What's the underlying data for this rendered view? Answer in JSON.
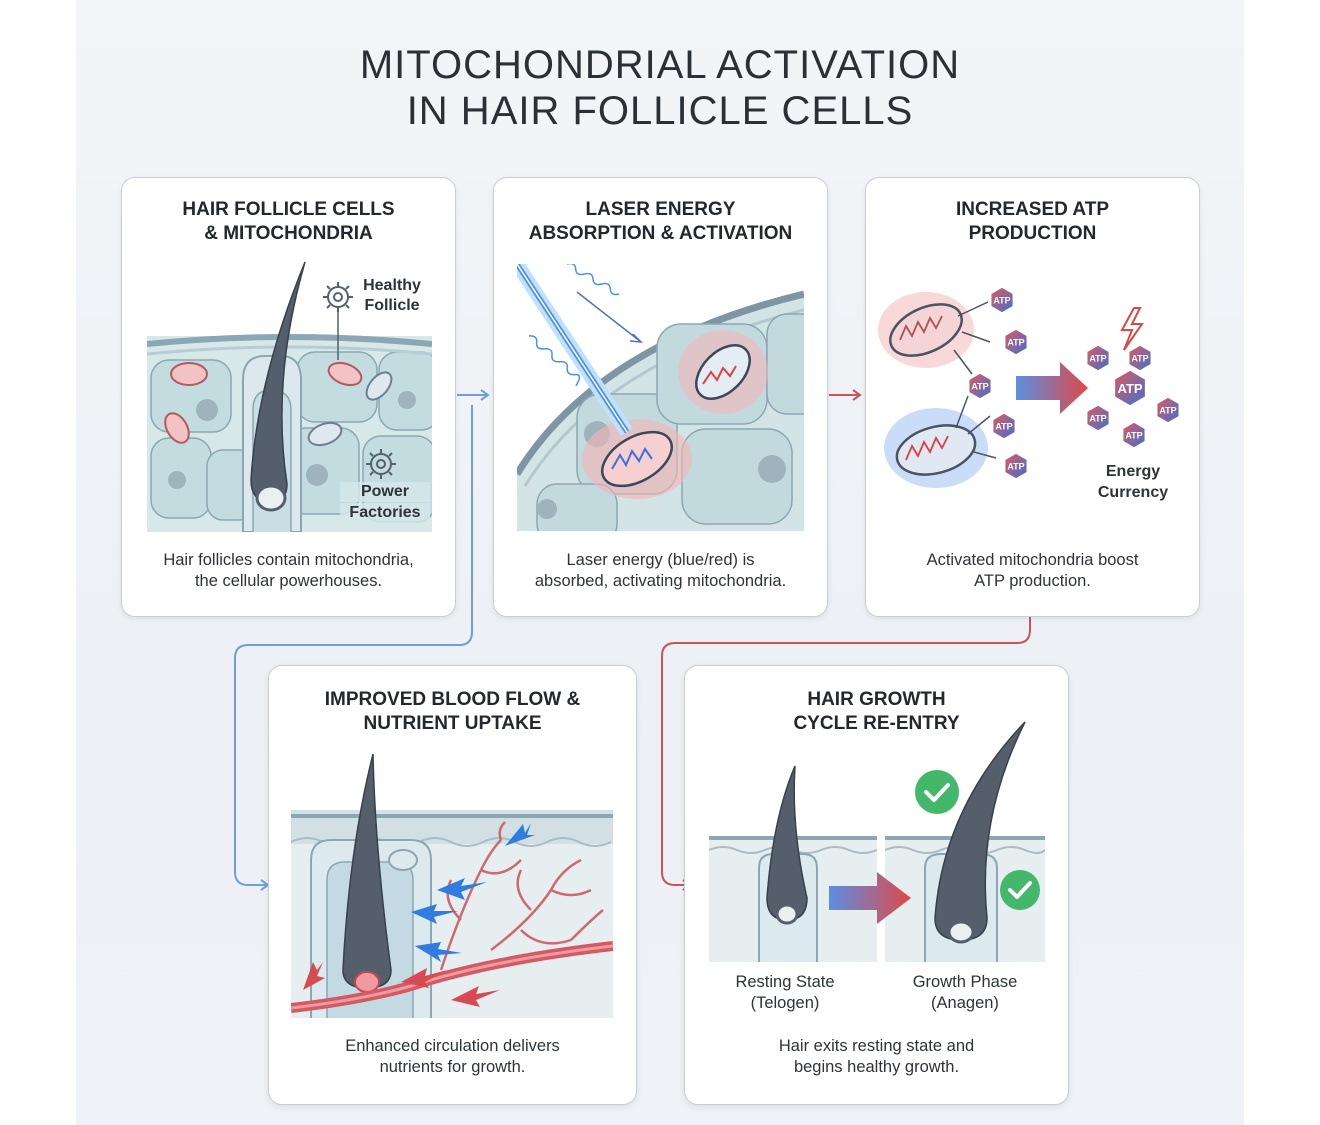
{
  "title": {
    "line1": "MITOCHONDRIAL ACTIVATION",
    "line2": "IN HAIR FOLLICLE CELLS"
  },
  "panels": [
    {
      "title_line1": "HAIR FOLLICLE CELLS",
      "title_line2": "& MITOCHONDRIA",
      "labels": {
        "healthy_line1": "Healthy",
        "healthy_line2": "Follicle",
        "power_line1": "Power",
        "power_line2": "Factories"
      },
      "caption_line1": "Hair follicles contain mitochondria,",
      "caption_line2": "the cellular powerhouses."
    },
    {
      "title_line1": "LASER ENERGY",
      "title_line2": "ABSORPTION & ACTIVATION",
      "caption_line1": "Laser energy (blue/red) is",
      "caption_line2": "absorbed, activating mitochondria."
    },
    {
      "title_line1": "INCREASED ATP",
      "title_line2": "PRODUCTION",
      "atp_label": "ATP",
      "labels": {
        "energy_line1": "Energy",
        "energy_line2": "Currency"
      },
      "caption_line1": "Activated mitochondria boost",
      "caption_line2": "ATP production."
    },
    {
      "title_line1": "IMPROVED BLOOD FLOW &",
      "title_line2": "NUTRIENT UPTAKE",
      "caption_line1": "Enhanced circulation delivers",
      "caption_line2": "nutrients for growth."
    },
    {
      "title_line1": "HAIR GROWTH",
      "title_line2": "CYCLE RE-ENTRY",
      "labels": {
        "resting_line1": "Resting State",
        "resting_line2": "(Telogen)",
        "growth_line1": "Growth Phase",
        "growth_line2": "(Anagen)"
      },
      "caption_line1": "Hair exits resting state and",
      "caption_line2": "begins healthy growth."
    }
  ],
  "colors": {
    "blue_arrow": "#6ea0d6",
    "red_arrow": "#c9545c",
    "tissue": "#cfe3e6",
    "hair": "#4a5462",
    "check": "#43b86b"
  }
}
